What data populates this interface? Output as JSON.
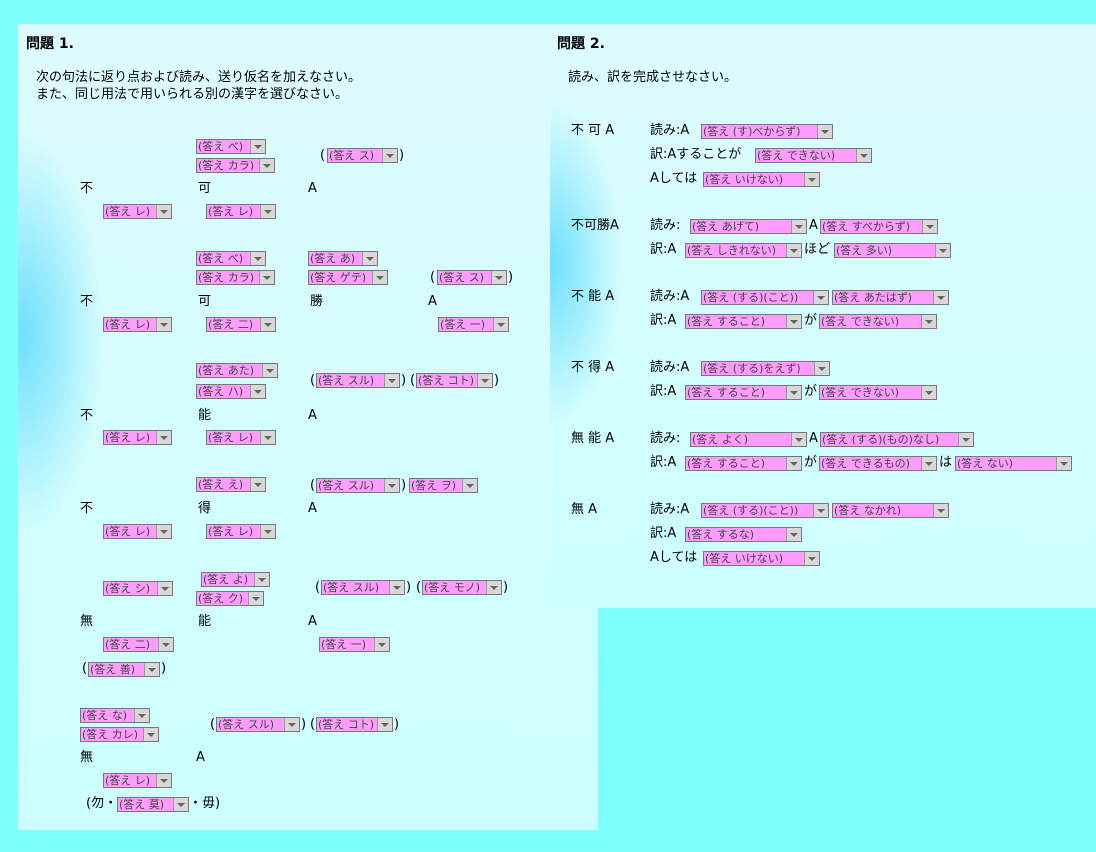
{
  "q1": {
    "title": "問題 1.",
    "instr1": "次の句法に返り点および読み、送り仮名を加えなさい。",
    "instr2": "また、同じ用法で用いられる別の漢字を選びなさい。",
    "k": {
      "fu": "不",
      "ka": "可",
      "a": "A",
      "sho": "勝",
      "no": "能",
      "toku": "得",
      "mu": "無",
      "paren_open": "(",
      "paren_close": ")",
      "bun": "(勿・",
      "mu2": "・毋)"
    },
    "s": {
      "be1": "(答え べ)",
      "kara1": "(答え カラ)",
      "su1": "(答え ス)",
      "re1": "(答え レ)",
      "re1b": "(答え レ)",
      "be2": "(答え べ)",
      "kara2": "(答え カラ)",
      "a2": "(答え あ)",
      "gete": "(答え ゲテ)",
      "su2": "(答え ス)",
      "re2": "(答え レ)",
      "ni2": "(答え 二)",
      "ichi2": "(答え 一)",
      "ata3": "(答え あた)",
      "ha3": "(答え ハ)",
      "suru3": "(答え スル)",
      "koto3": "(答え コト)",
      "re3": "(答え レ)",
      "re3b": "(答え レ)",
      "e4": "(答え え)",
      "suru4": "(答え スル)",
      "wo4": "(答え ヲ)",
      "re4": "(答え レ)",
      "re4b": "(答え レ)",
      "shi5": "(答え シ)",
      "yo5": "(答え よ)",
      "ku5": "(答え ク)",
      "suru5": "(答え スル)",
      "mono5": "(答え モノ)",
      "ni5": "(答え 二)",
      "ichi5": "(答え 一)",
      "zen5": "(答え 善)",
      "na6": "(答え な)",
      "kare6": "(答え カレ)",
      "suru6": "(答え スル)",
      "koto6": "(答え コト)",
      "re6": "(答え レ)",
      "baku6": "(答え 莫)"
    }
  },
  "q2": {
    "title": "問題 2.",
    "instr": "読み、訳を完成させなさい。",
    "r1": {
      "phrase": "不 可 A",
      "yomi": "読み:A",
      "yaku": "訳:Aすることが",
      "shite": "Aしては",
      "s1": "(答え (す)べからず)",
      "s2": "(答え できない)",
      "s3": "(答え いけない)"
    },
    "r2": {
      "phrase": "不可勝A",
      "yomi": "読み:",
      "a": "A",
      "yaku": "訳:A",
      "hodo": "ほど",
      "s1": "(答え あげて)",
      "s2": "(答え すべからず)",
      "s3": "(答え しきれない)",
      "s4": "(答え 多い)"
    },
    "r3": {
      "phrase": "不 能 A",
      "yomi": "読み:A",
      "yaku": "訳:A",
      "ga": "が",
      "s1": "(答え (する)(こと))",
      "s2": "(答え あたはず)",
      "s3": "(答え すること)",
      "s4": "(答え できない)"
    },
    "r4": {
      "phrase": "不 得 A",
      "yomi": "読み:A",
      "yaku": "訳:A",
      "ga": "が",
      "s1": "(答え (する)をえず)",
      "s2": "(答え すること)",
      "s3": "(答え できない)"
    },
    "r5": {
      "phrase": "無 能 A",
      "yomi": "読み:",
      "a": "A",
      "yaku": "訳:A",
      "ga": "が",
      "ha": "は",
      "s1": "(答え よく)",
      "s2": "(答え (する)(もの)なし)",
      "s3": "(答え すること)",
      "s4": "(答え できるもの)",
      "s5": "(答え ない)"
    },
    "r6": {
      "phrase": "無 A",
      "yomi": "読み:A",
      "yaku": "訳:A",
      "shite": "Aしては",
      "s1": "(答え (する)(こと))",
      "s2": "(答え なかれ)",
      "s3": "(答え するな)",
      "s4": "(答え いけない)"
    }
  },
  "colors": {
    "background": "#80ffff",
    "panel": "#ccffff",
    "select": "#ff9cff"
  }
}
